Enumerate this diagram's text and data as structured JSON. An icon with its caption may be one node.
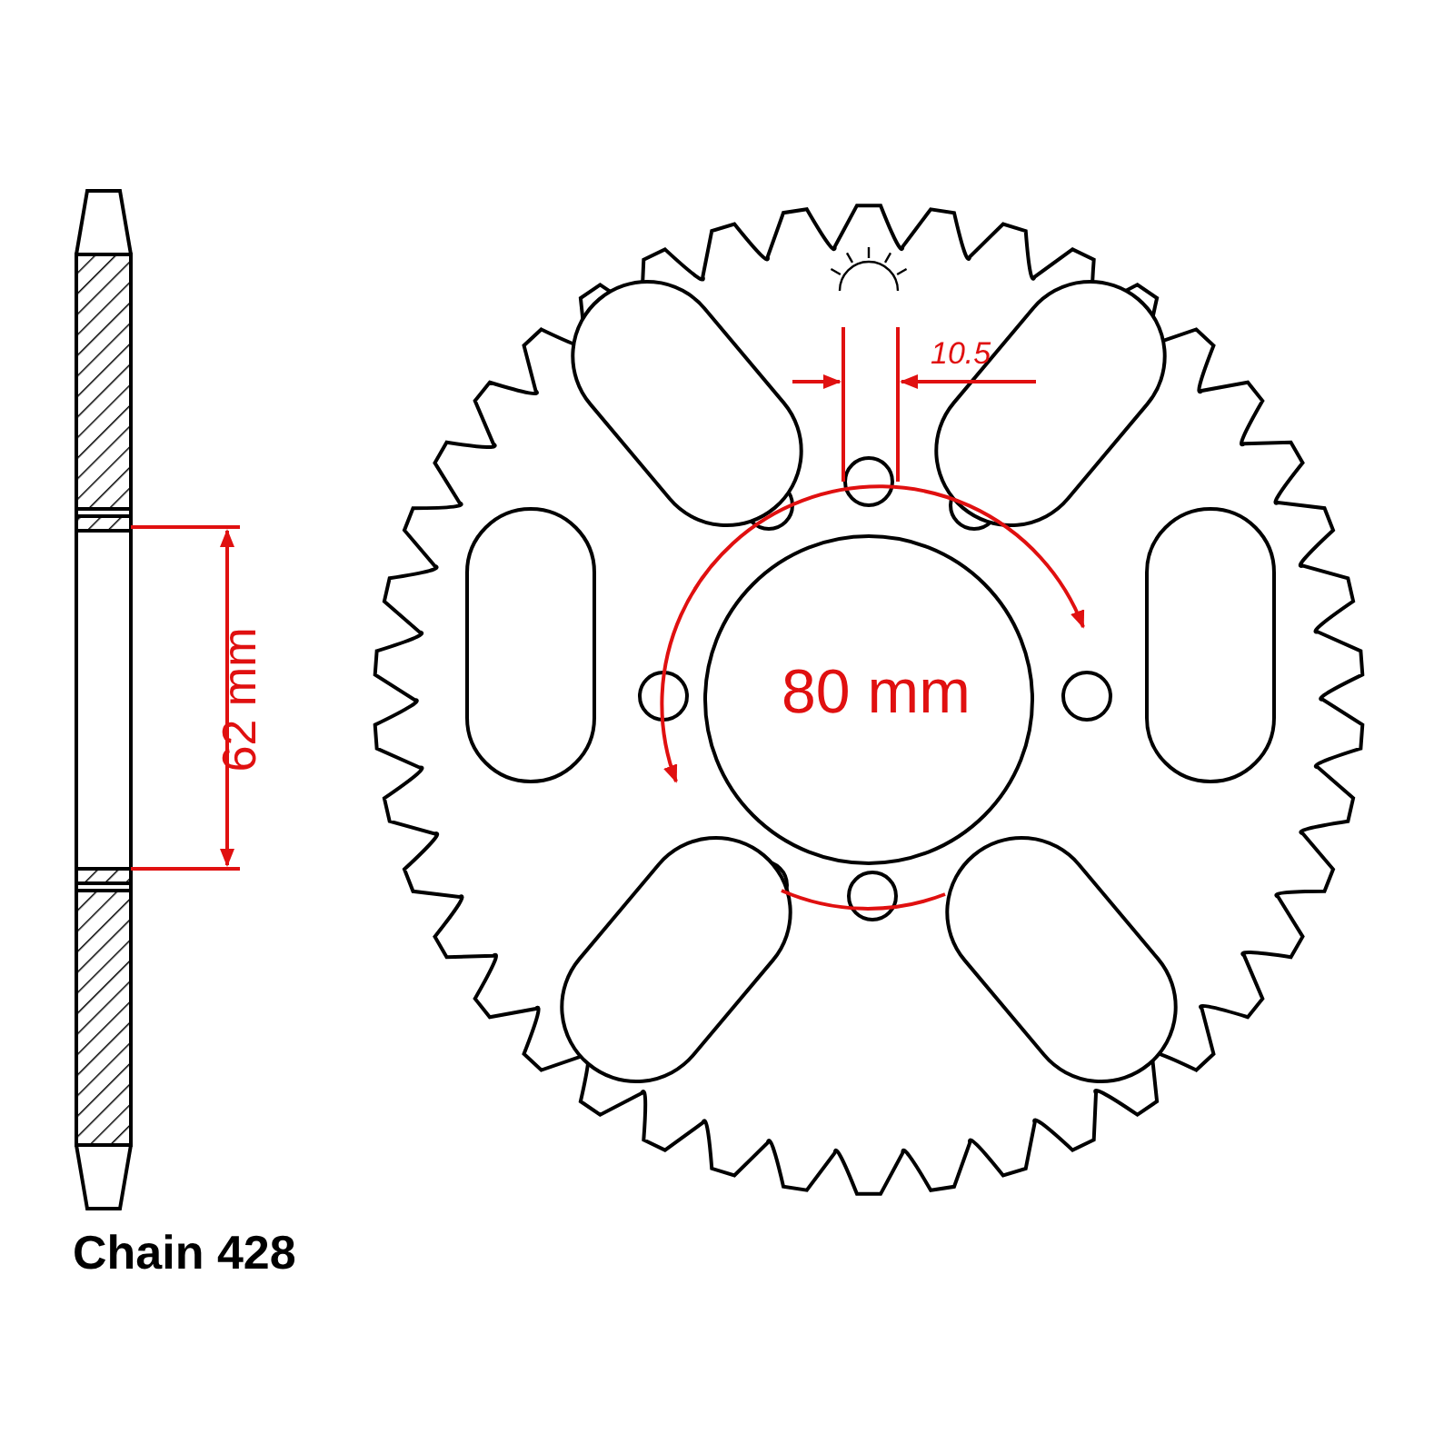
{
  "diagram": {
    "labels": [
      "10.5",
      "62 mm",
      "80 mm",
      "Chain 428"
    ]
  }
}
